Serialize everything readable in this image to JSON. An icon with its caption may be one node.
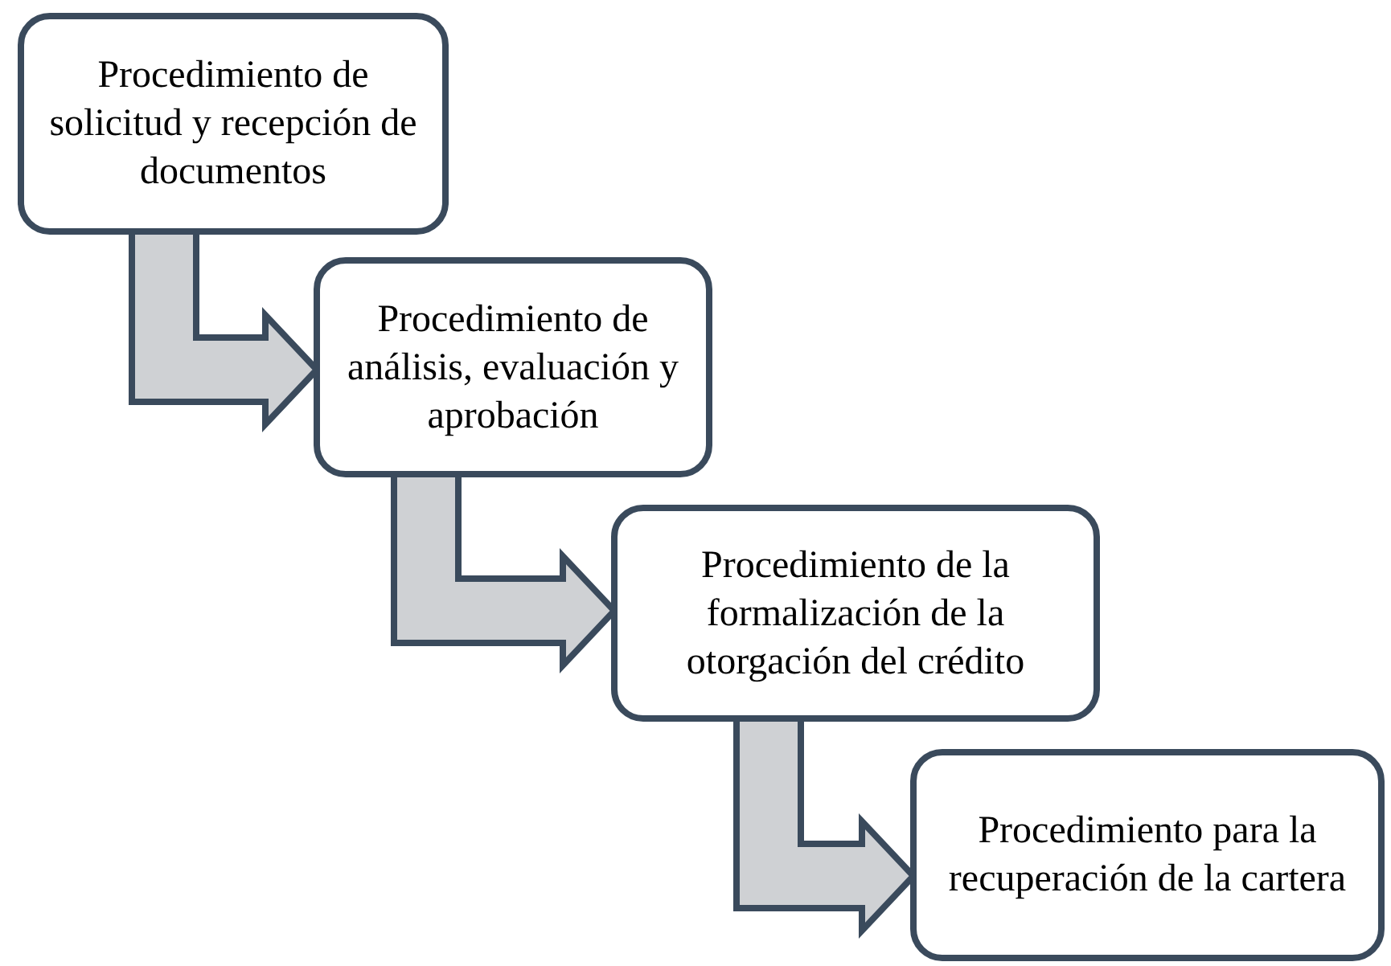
{
  "diagram": {
    "nodes": [
      {
        "text": [
          "Procedimiento de solicitud y recepción de documentos"
        ]
      },
      {
        "text": [
          "Procedimiento de análisis, evaluación y aprobación"
        ]
      },
      {
        "text": [
          "Procedimiento de la formalización de la otorgación del crédito"
        ]
      },
      {
        "text": [
          "Procedimiento para la recuperación de la cartera"
        ]
      }
    ],
    "edges": [
      {
        "from": 0,
        "to": 1,
        "arrow": "to"
      },
      {
        "from": 1,
        "to": 2,
        "arrow": "to"
      },
      {
        "from": 2,
        "to": 3,
        "arrow": "to"
      }
    ]
  }
}
